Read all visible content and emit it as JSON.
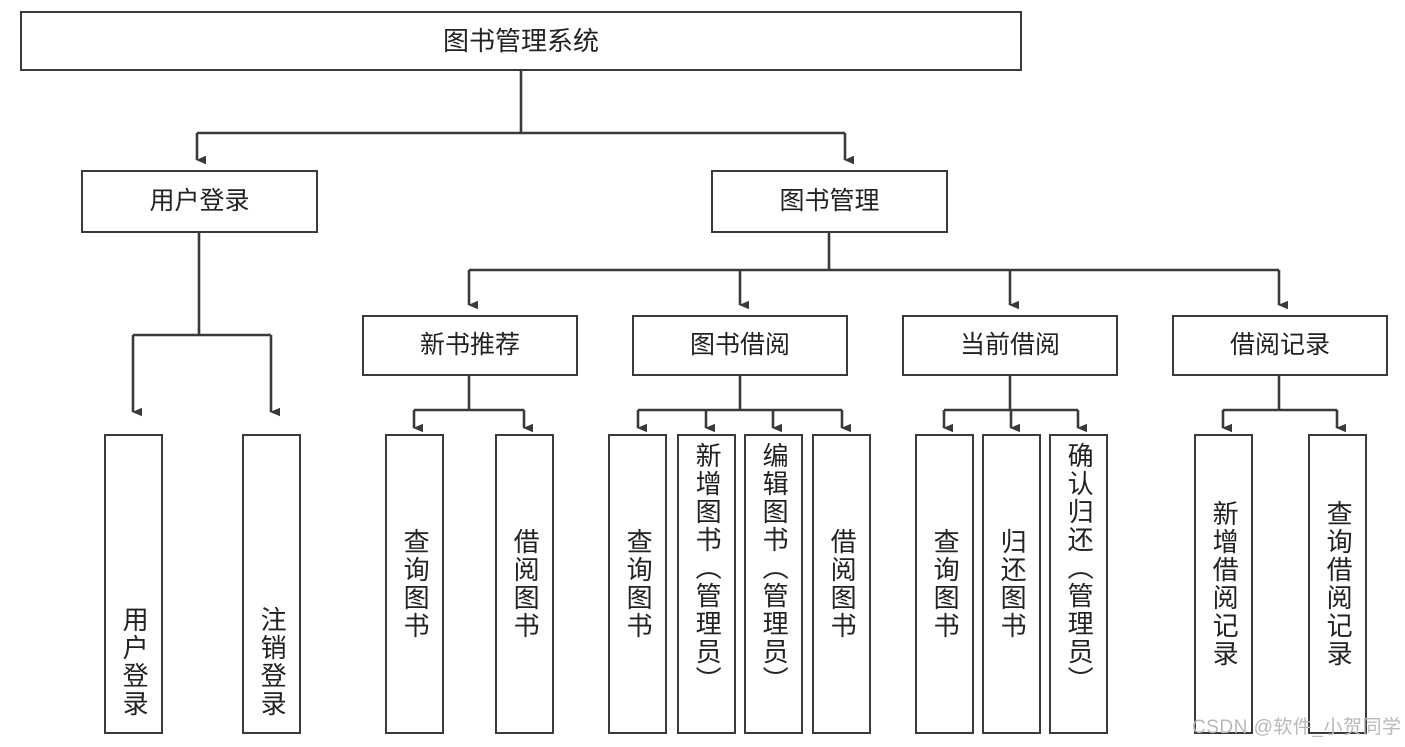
{
  "diagram": {
    "type": "tree",
    "title": "图书管理系统",
    "root": {
      "id": "root",
      "label": "图书管理系统"
    },
    "level2": [
      {
        "id": "user-login",
        "label": "用户登录"
      },
      {
        "id": "book-manage",
        "label": "图书管理"
      }
    ],
    "level3": [
      {
        "id": "new-book-recommend",
        "label": "新书推荐",
        "parent": "book-manage"
      },
      {
        "id": "book-borrow",
        "label": "图书借阅",
        "parent": "book-manage"
      },
      {
        "id": "current-borrow",
        "label": "当前借阅",
        "parent": "book-manage"
      },
      {
        "id": "borrow-record",
        "label": "借阅记录",
        "parent": "book-manage"
      }
    ],
    "leaves": {
      "user_login": [
        {
          "id": "leaf-user-login",
          "label": "用户登录"
        },
        {
          "id": "leaf-logout-login",
          "label": "注销登录"
        }
      ],
      "new_book_recommend": [
        {
          "id": "leaf-query-book-1",
          "label": "查询图书"
        },
        {
          "id": "leaf-borrow-book-1",
          "label": "借阅图书"
        }
      ],
      "book_borrow": [
        {
          "id": "leaf-query-book-2",
          "label": "查询图书"
        },
        {
          "id": "leaf-add-book",
          "label": "新增图书（管理员）"
        },
        {
          "id": "leaf-edit-book",
          "label": "编辑图书（管理员）"
        },
        {
          "id": "leaf-borrow-book-2",
          "label": "借阅图书"
        }
      ],
      "current_borrow": [
        {
          "id": "leaf-query-book-3",
          "label": "查询图书"
        },
        {
          "id": "leaf-return-book",
          "label": "归还图书"
        },
        {
          "id": "leaf-confirm-return",
          "label": "确认归还（管理员）"
        }
      ],
      "borrow_record": [
        {
          "id": "leaf-add-record",
          "label": "新增借阅记录"
        },
        {
          "id": "leaf-query-record",
          "label": "查询借阅记录"
        }
      ]
    }
  },
  "watermark": {
    "text": "CSDN @软件_小贺同学"
  },
  "colors": {
    "box_border": "#3a3a3a",
    "connector": "#3a3a3a",
    "text": "#222222",
    "background": "#ffffff",
    "watermark": "#b9b9b9"
  }
}
